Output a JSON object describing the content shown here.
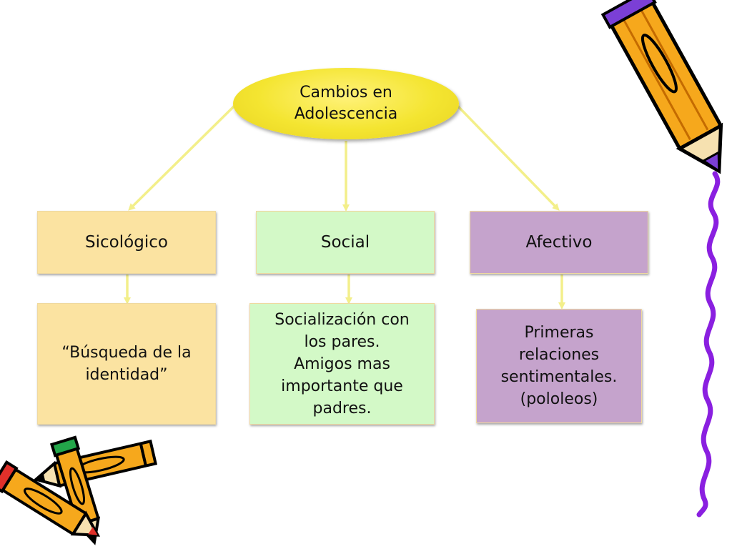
{
  "diagram": {
    "root": {
      "label": "Cambios en\nAdolescencia"
    },
    "branches": [
      {
        "category": "Sicológico",
        "detail": "“Búsqueda de la\nidentidad”"
      },
      {
        "category": "Social",
        "detail": "Socialización con\nlos pares.\nAmigos mas\nimportante que\npadres."
      },
      {
        "category": "Afectivo",
        "detail": "Primeras\nrelaciones\nsentimentales.\n(pololeos)"
      }
    ]
  },
  "colors": {
    "root_fill": "#f4e531",
    "arrow": "#f3ef8a",
    "sicologico": "#fbe3a1",
    "social": "#d3f9c7",
    "afectivo": "#c5a3cc",
    "box_border": "#efd9a0",
    "squiggle": "#8a1fe0",
    "pencil_body": "#f6a81c",
    "pencil_tip_purple": "#7b3fd6",
    "pencil_tip_green": "#23a64a",
    "pencil_tip_red": "#e0302a"
  },
  "icons": [
    "pencil-icon",
    "crossed-pencils-icon",
    "squiggle-line"
  ]
}
